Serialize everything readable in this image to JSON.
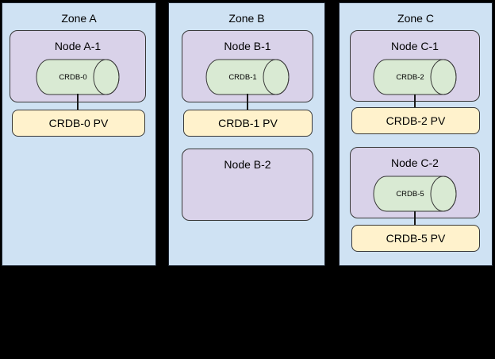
{
  "colors": {
    "canvas_bg": "#000000",
    "zone_fill": "#cfe2f3",
    "zone_border": "#1f2733",
    "node_fill": "#d9d2e9",
    "db_fill": "#d9ead3",
    "pv_fill": "#fff2cc",
    "shape_border": "#383838",
    "connector": "#1a1a1a",
    "text": "#000000"
  },
  "zones": [
    {
      "label": "Zone A",
      "nodes": [
        {
          "label": "Node A-1",
          "db_label": "CRDB-0",
          "pv_label": "CRDB-0 PV"
        }
      ]
    },
    {
      "label": "Zone B",
      "nodes": [
        {
          "label": "Node B-1",
          "db_label": "CRDB-1",
          "pv_label": "CRDB-1 PV"
        },
        {
          "label": "Node B-2"
        }
      ]
    },
    {
      "label": "Zone C",
      "nodes": [
        {
          "label": "Node C-1",
          "db_label": "CRDB-2",
          "pv_label": "CRDB-2 PV"
        },
        {
          "label": "Node C-2",
          "db_label": "CRDB-5",
          "pv_label": "CRDB-5 PV"
        }
      ]
    }
  ]
}
